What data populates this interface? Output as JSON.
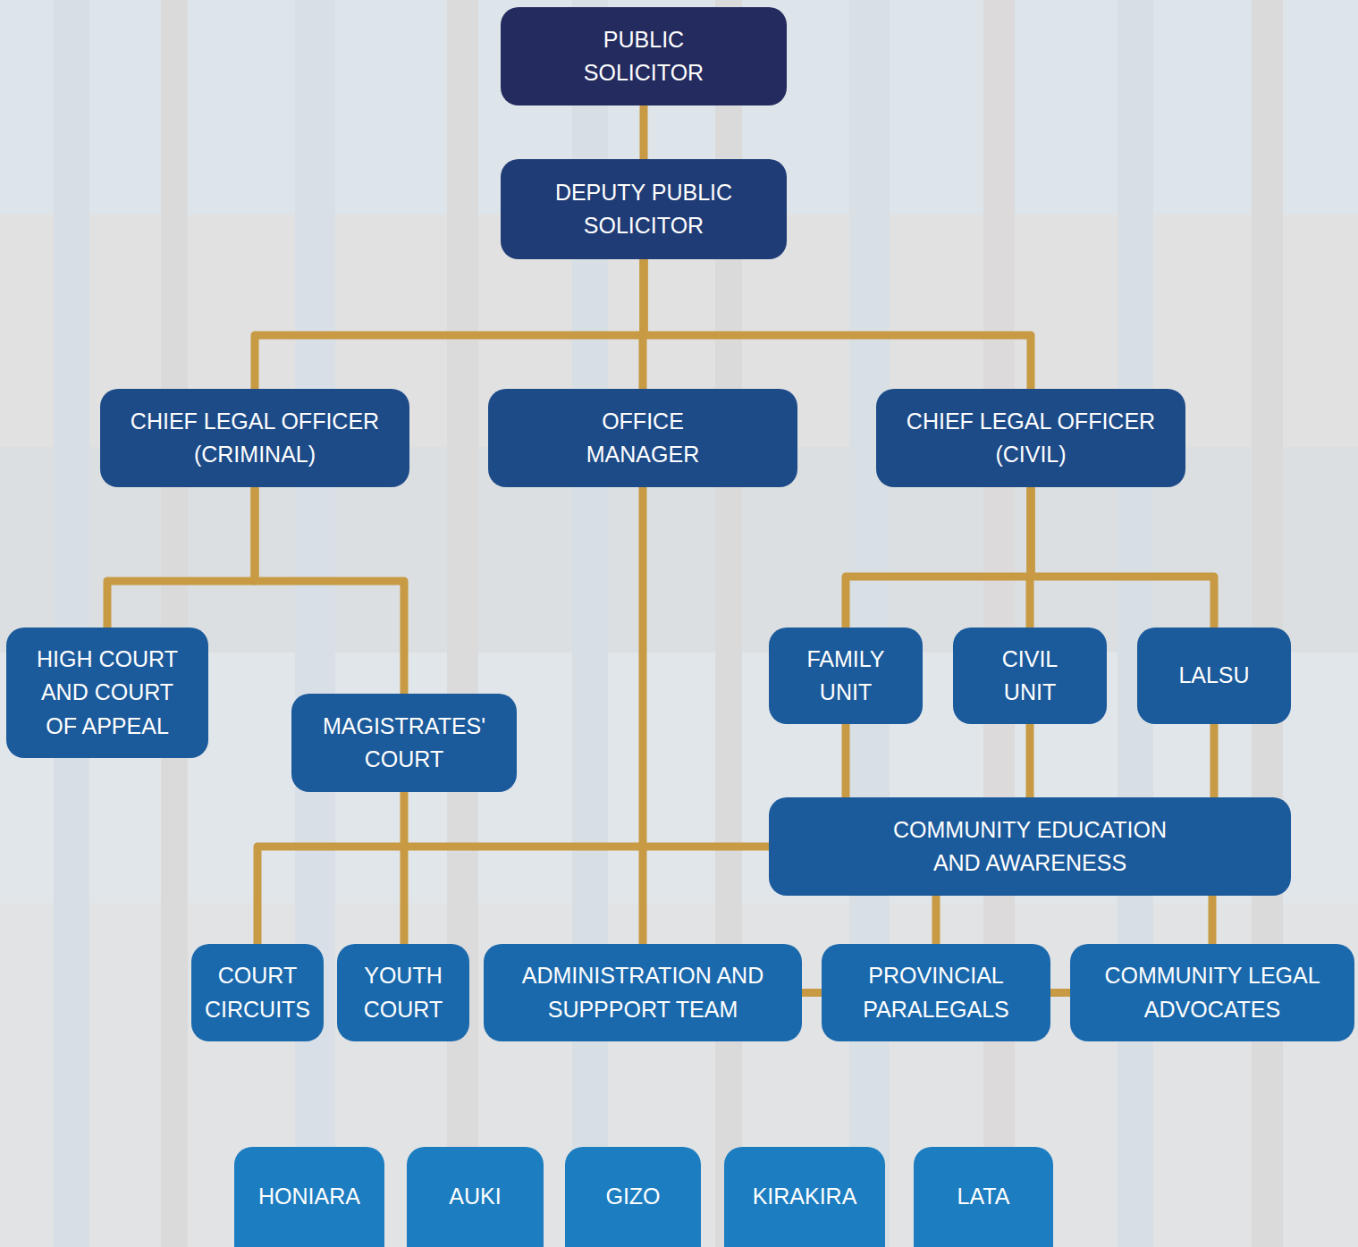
{
  "diagram": {
    "nodes": [
      {
        "text": [
          "PUBLIC SOLICITOR"
        ]
      },
      {
        "text": [
          "DEPUTY PUBLIC SOLICITOR"
        ]
      },
      {
        "text": [
          "CHIEF LEGAL OFFICER (CRIMINAL)"
        ]
      },
      {
        "text": [
          "OFFICE MANAGER"
        ]
      },
      {
        "text": [
          "CHIEF LEGAL OFFICER (CIVIL)"
        ]
      },
      {
        "text": [
          "HIGH COURT AND COURT OF APPEAL"
        ]
      },
      {
        "text": [
          "MAGISTRATES' COURT"
        ]
      },
      {
        "text": [
          "FAMILY UNIT"
        ]
      },
      {
        "text": [
          "CIVIL UNIT"
        ]
      },
      {
        "text": [
          "LALSU"
        ]
      },
      {
        "text": [
          "COMMUNITY EDUCATION AND AWARENESS"
        ]
      },
      {
        "text": [
          "COURT CIRCUITS"
        ]
      },
      {
        "text": [
          "YOUTH COURT"
        ]
      },
      {
        "text": [
          "ADMINISTRATION AND SUPPPORT TEAM"
        ]
      },
      {
        "text": [
          "PROVINCIAL PARALEGALS"
        ]
      },
      {
        "text": [
          "COMMUNITY LEGAL ADVOCATES"
        ]
      },
      {
        "text": [
          "HONIARA"
        ]
      },
      {
        "text": [
          "AUKI"
        ]
      },
      {
        "text": [
          "GIZO"
        ]
      },
      {
        "text": [
          "KIRAKIRA"
        ]
      },
      {
        "text": [
          "LATA"
        ]
      }
    ],
    "edges": [
      {
        "from": 0,
        "to": 1,
        "arrow": "none"
      },
      {
        "from": 1,
        "to": 2,
        "arrow": "none"
      },
      {
        "from": 1,
        "to": 3,
        "arrow": "none"
      },
      {
        "from": 1,
        "to": 4,
        "arrow": "none"
      },
      {
        "from": 2,
        "to": 5,
        "arrow": "none"
      },
      {
        "from": 2,
        "to": 6,
        "arrow": "none"
      },
      {
        "from": 3,
        "to": 13,
        "arrow": "none"
      },
      {
        "from": 4,
        "to": 7,
        "arrow": "none"
      },
      {
        "from": 4,
        "to": 8,
        "arrow": "none"
      },
      {
        "from": 4,
        "to": 9,
        "arrow": "none"
      },
      {
        "from": 6,
        "to": 12,
        "arrow": "none"
      },
      {
        "from": 7,
        "to": 10,
        "arrow": "none"
      },
      {
        "from": 8,
        "to": 10,
        "arrow": "none"
      },
      {
        "from": 9,
        "to": 10,
        "arrow": "none"
      },
      {
        "from": 10,
        "to": 11,
        "arrow": "none"
      },
      {
        "from": 10,
        "to": 14,
        "arrow": "none"
      },
      {
        "from": 10,
        "to": 15,
        "arrow": "none"
      },
      {
        "from": 13,
        "to": 14,
        "arrow": "none"
      },
      {
        "from": 14,
        "to": 15,
        "arrow": "none"
      }
    ]
  }
}
